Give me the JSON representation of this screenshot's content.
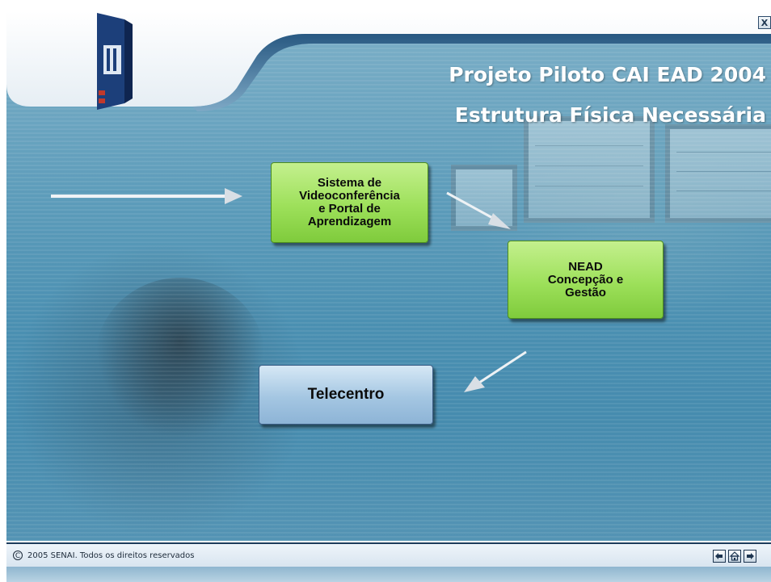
{
  "header": {
    "title_line_1": "Projeto Piloto CAI EAD 2004",
    "title_line_2": "Estrutura Física Necessária",
    "close_label": "X"
  },
  "diagram": {
    "nodes": [
      {
        "id": "videoconferencia",
        "label": "Sistema de\nVideoconferência\ne Portal de\nAprendizagem",
        "color": "#9de05a"
      },
      {
        "id": "nead",
        "label": "NEAD\nConcepção e\nGestão",
        "color": "#9de05a"
      },
      {
        "id": "telecentro",
        "label": "Telecentro",
        "color": "#a4c6e2"
      }
    ],
    "edges": [
      {
        "from": "entrada",
        "to": "videoconferencia"
      },
      {
        "from": "videoconferencia",
        "to": "nead"
      },
      {
        "from": "nead",
        "to": "telecentro"
      }
    ]
  },
  "footer": {
    "copyright_symbol": "C",
    "copyright_text": "2005 SENAI. Todos os direitos reservados",
    "nav": {
      "prev_icon": "arrow-left-icon",
      "home_icon": "home-icon",
      "next_icon": "arrow-right-icon"
    }
  },
  "colors": {
    "background": "#4a8fb1",
    "title_text": "#ffffff",
    "footer_border": "#1d3c5c"
  }
}
